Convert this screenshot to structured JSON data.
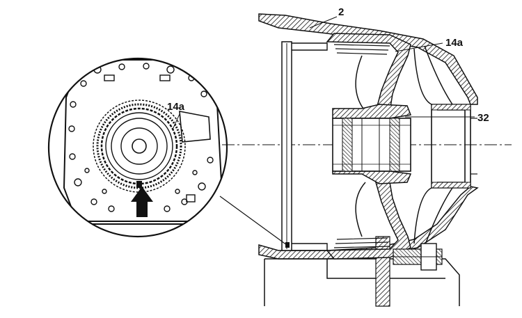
{
  "diagram": {
    "callouts": {
      "housing": "2",
      "plate_main": "14a",
      "plate_inset": "14a",
      "bearing": "32"
    },
    "colors": {
      "ink": "#111111",
      "paper": "#ffffff"
    },
    "icons": {
      "arrow": "arrow-up-icon"
    }
  }
}
